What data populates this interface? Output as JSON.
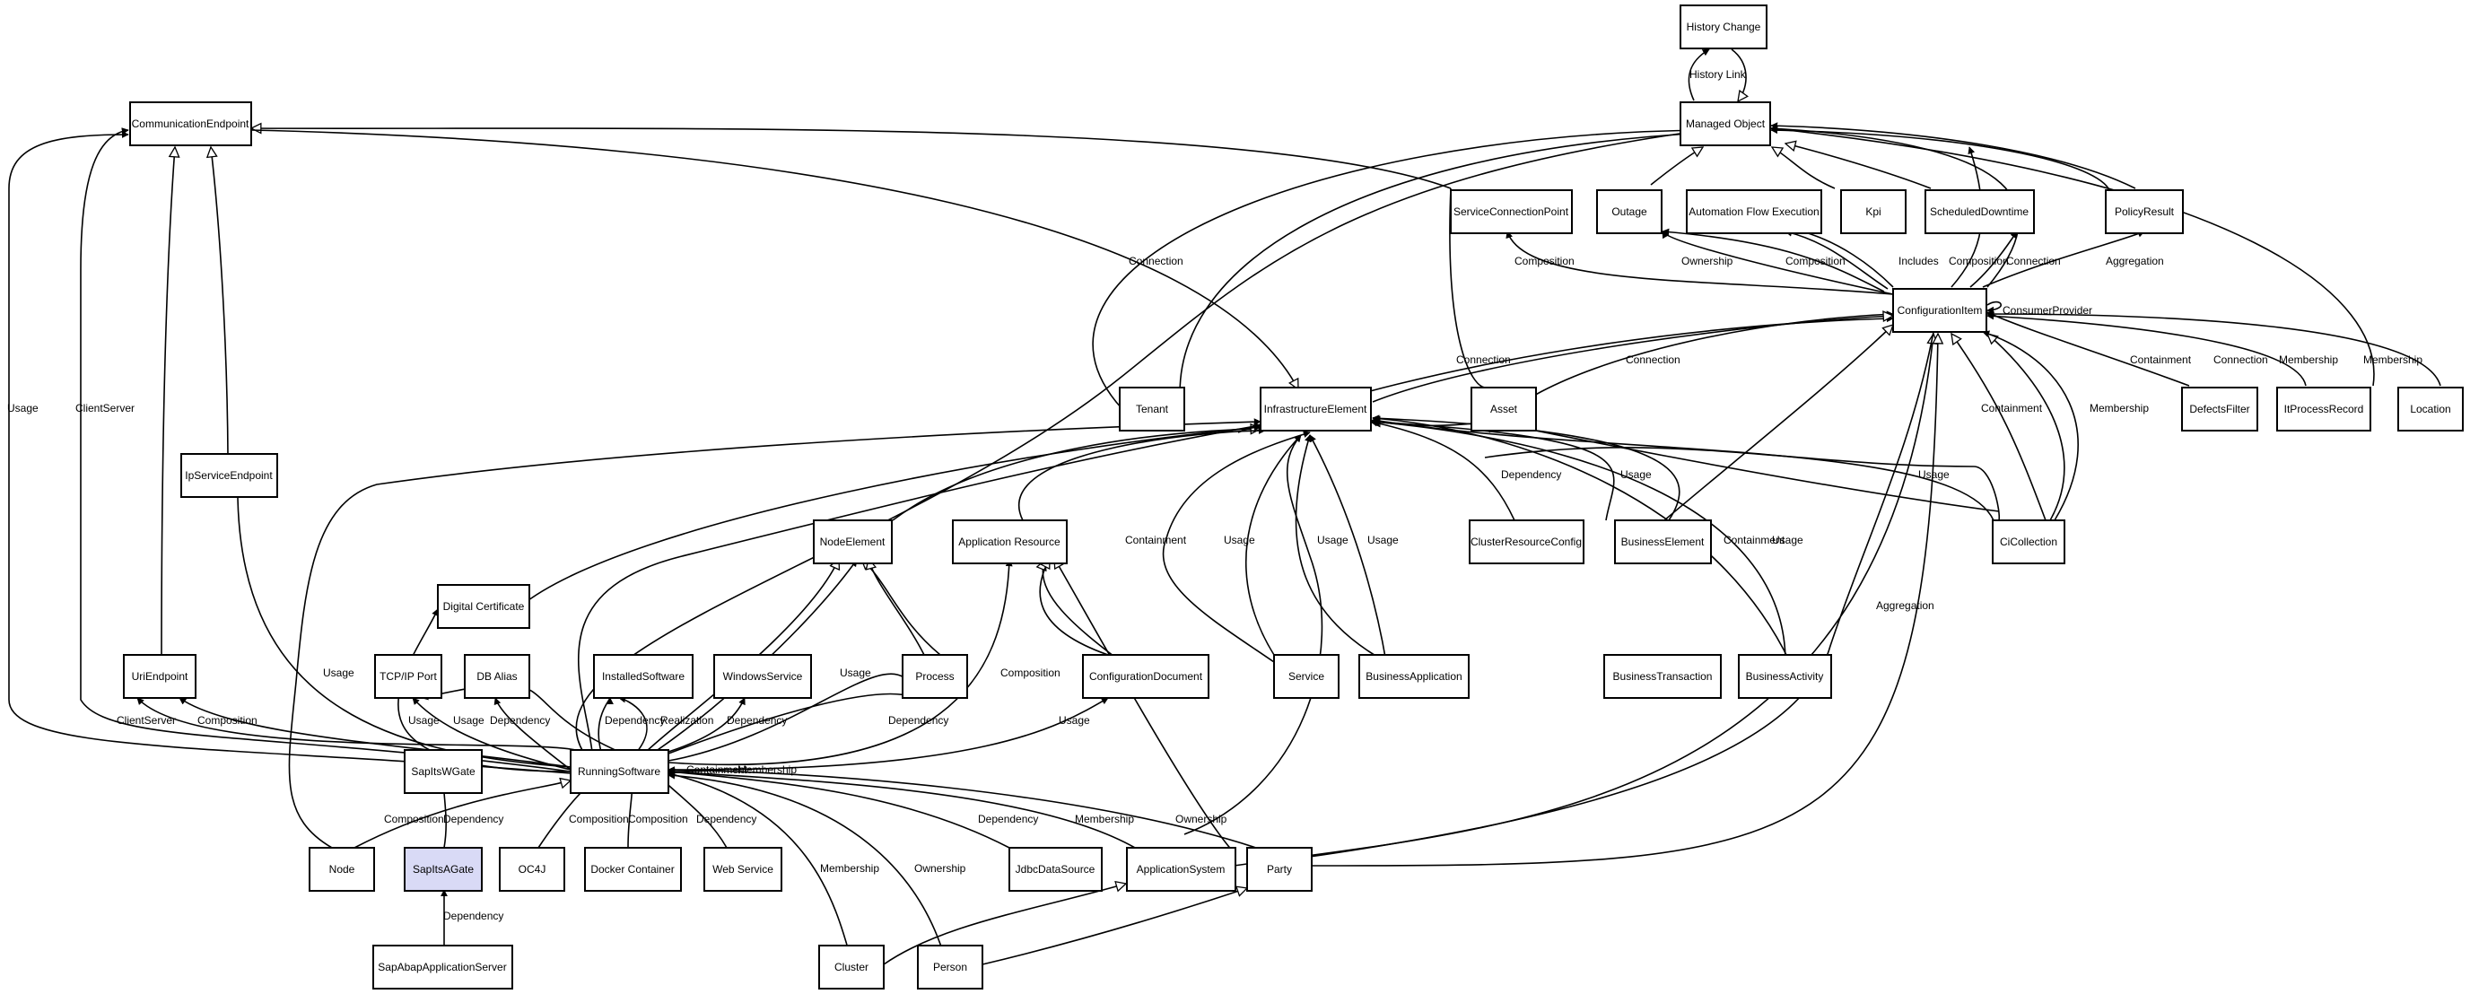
{
  "nodes": {
    "historychange": "History Change",
    "managedobject": "Managed Object",
    "communicationendpoint": "CommunicationEndpoint",
    "serviceconnectionpoint": "ServiceConnectionPoint",
    "outage": "Outage",
    "automationflowexecution": "Automation Flow Execution",
    "kpi": "Kpi",
    "scheduleddowntime": "ScheduledDowntime",
    "policyresult": "PolicyResult",
    "configurationitem": "ConfigurationItem",
    "tenant": "Tenant",
    "infrastructureelement": "InfrastructureElement",
    "asset": "Asset",
    "defectsfilter": "DefectsFilter",
    "itprocessrecord": "ItProcessRecord",
    "location": "Location",
    "ipserviceendpoint": "IpServiceEndpoint",
    "nodeelement": "NodeElement",
    "applicationresource": "Application Resource",
    "clusterresourceconfig": "ClusterResourceConfig",
    "businesselement": "BusinessElement",
    "cicollection": "CiCollection",
    "digitalcertificate": "Digital Certificate",
    "uriendpoint": "UriEndpoint",
    "tcpipport": "TCP/IP Port",
    "dbalias": "DB Alias",
    "installedsoftware": "InstalledSoftware",
    "windowsservice": "WindowsService",
    "process": "Process",
    "configurationdocument": "ConfigurationDocument",
    "service": "Service",
    "businessapplication": "BusinessApplication",
    "businesstransaction": "BusinessTransaction",
    "businessactivity": "BusinessActivity",
    "sapitswgate": "SapItsWGate",
    "runningsoftware": "RunningSoftware",
    "node": "Node",
    "sapitsagate": "SapItsAGate",
    "oc4j": "OC4J",
    "dockercontainer": "Docker Container",
    "webservice": "Web Service",
    "jdbcdatasource": "JdbcDataSource",
    "applicationsystem": "ApplicationSystem",
    "party": "Party",
    "sapabapapplicationserver": "SapAbapApplicationServer",
    "cluster": "Cluster",
    "person": "Person"
  },
  "edge_labels": [
    "History Link",
    "Connection",
    "Composition",
    "Ownership",
    "Composition",
    "Includes",
    "Composition",
    "Connection",
    "Aggregation",
    "ConsumerProvider",
    "Connection",
    "Connection",
    "Containment",
    "Connection",
    "Membership",
    "Membership",
    "Containment",
    "Membership",
    "Usage",
    "ClientServer",
    "Dependency",
    "Usage",
    "Usage",
    "Usage",
    "Containment",
    "Usage",
    "Usage",
    "Containment",
    "Usage",
    "Usage",
    "Aggregation",
    "Usage",
    "Composition",
    "ClientServer",
    "Composition",
    "Usage",
    "Usage",
    "Dependency",
    "Dependency",
    "Realization",
    "Dependency",
    "Dependency",
    "Usage",
    "Composition",
    "Dependency",
    "Composition",
    "Composition",
    "Dependency",
    "Membership",
    "Ownership",
    "Dependency",
    "Membership",
    "Ownership",
    "Dependency",
    "Containment",
    "Membership"
  ],
  "colors": {
    "line": "#000000",
    "box_fill": "#ffffff",
    "highlight_fill": "#d9daf6"
  }
}
